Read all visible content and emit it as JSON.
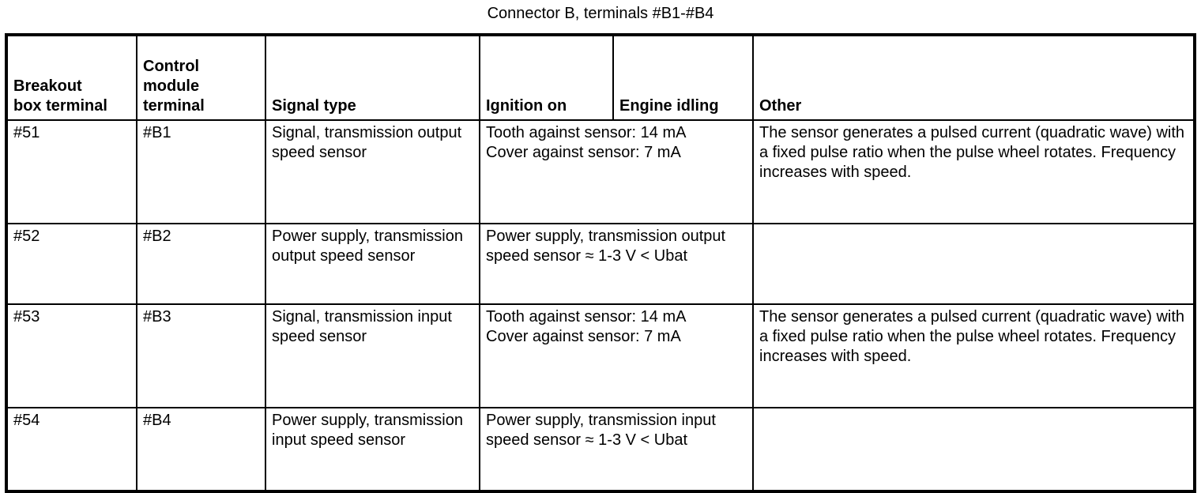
{
  "document": {
    "caption": "Connector B, terminals #B1-#B4"
  },
  "table": {
    "headers": [
      "Breakout\nbox terminal",
      "Control\nmodule\nterminal",
      "Signal type",
      "Ignition on",
      "Engine idling",
      "Other"
    ],
    "header_lines": {
      "col1": [
        "Breakout",
        "box terminal"
      ],
      "col2": [
        "Control",
        "module",
        "terminal"
      ],
      "col3": [
        "Signal type"
      ],
      "col4": [
        "Ignition on"
      ],
      "col5": [
        "Engine idling"
      ],
      "col6": [
        "Other"
      ]
    },
    "rows": [
      {
        "breakout_box_terminal": "#51",
        "control_module_terminal": "#B1",
        "signal_type": "Signal, transmission output speed sensor",
        "measurement": "Tooth against sensor: 14 mA\nCover against sensor: 7 mA",
        "measurement_lines": [
          "Tooth against sensor: 14 mA",
          "Cover against sensor: 7 mA"
        ],
        "measurement_spans_columns": 2,
        "other": "The sensor generates a pulsed current (quadratic wave) with a fixed pulse ratio when the pulse wheel rotates. Frequency increases with speed."
      },
      {
        "breakout_box_terminal": "#52",
        "control_module_terminal": "#B2",
        "signal_type": "Power supply, transmission output speed sensor",
        "measurement": "Power supply, transmission output speed sensor ≈ 1-3 V < Ubat",
        "measurement_lines": [
          "Power supply, transmission output speed sensor ≈ 1-3 V < Ubat"
        ],
        "measurement_spans_columns": 2,
        "other": ""
      },
      {
        "breakout_box_terminal": "#53",
        "control_module_terminal": "#B3",
        "signal_type": "Signal, transmission input speed sensor",
        "measurement": "Tooth against sensor: 14 mA\nCover against sensor: 7 mA",
        "measurement_lines": [
          "Tooth against sensor: 14 mA",
          "Cover against sensor: 7 mA"
        ],
        "measurement_spans_columns": 2,
        "other": "The sensor generates a pulsed current (quadratic wave) with a fixed pulse ratio when the pulse wheel rotates. Frequency increases with speed."
      },
      {
        "breakout_box_terminal": "#54",
        "control_module_terminal": "#B4",
        "signal_type": "Power supply, transmission input speed sensor",
        "measurement": "Power supply, transmission input speed sensor ≈ 1-3 V < Ubat",
        "measurement_lines": [
          "Power supply, transmission input speed sensor ≈ 1-3 V < Ubat"
        ],
        "measurement_spans_columns": 2,
        "other": ""
      }
    ]
  },
  "colors": {
    "text": "#000000",
    "background": "#ffffff",
    "border": "#000000"
  }
}
